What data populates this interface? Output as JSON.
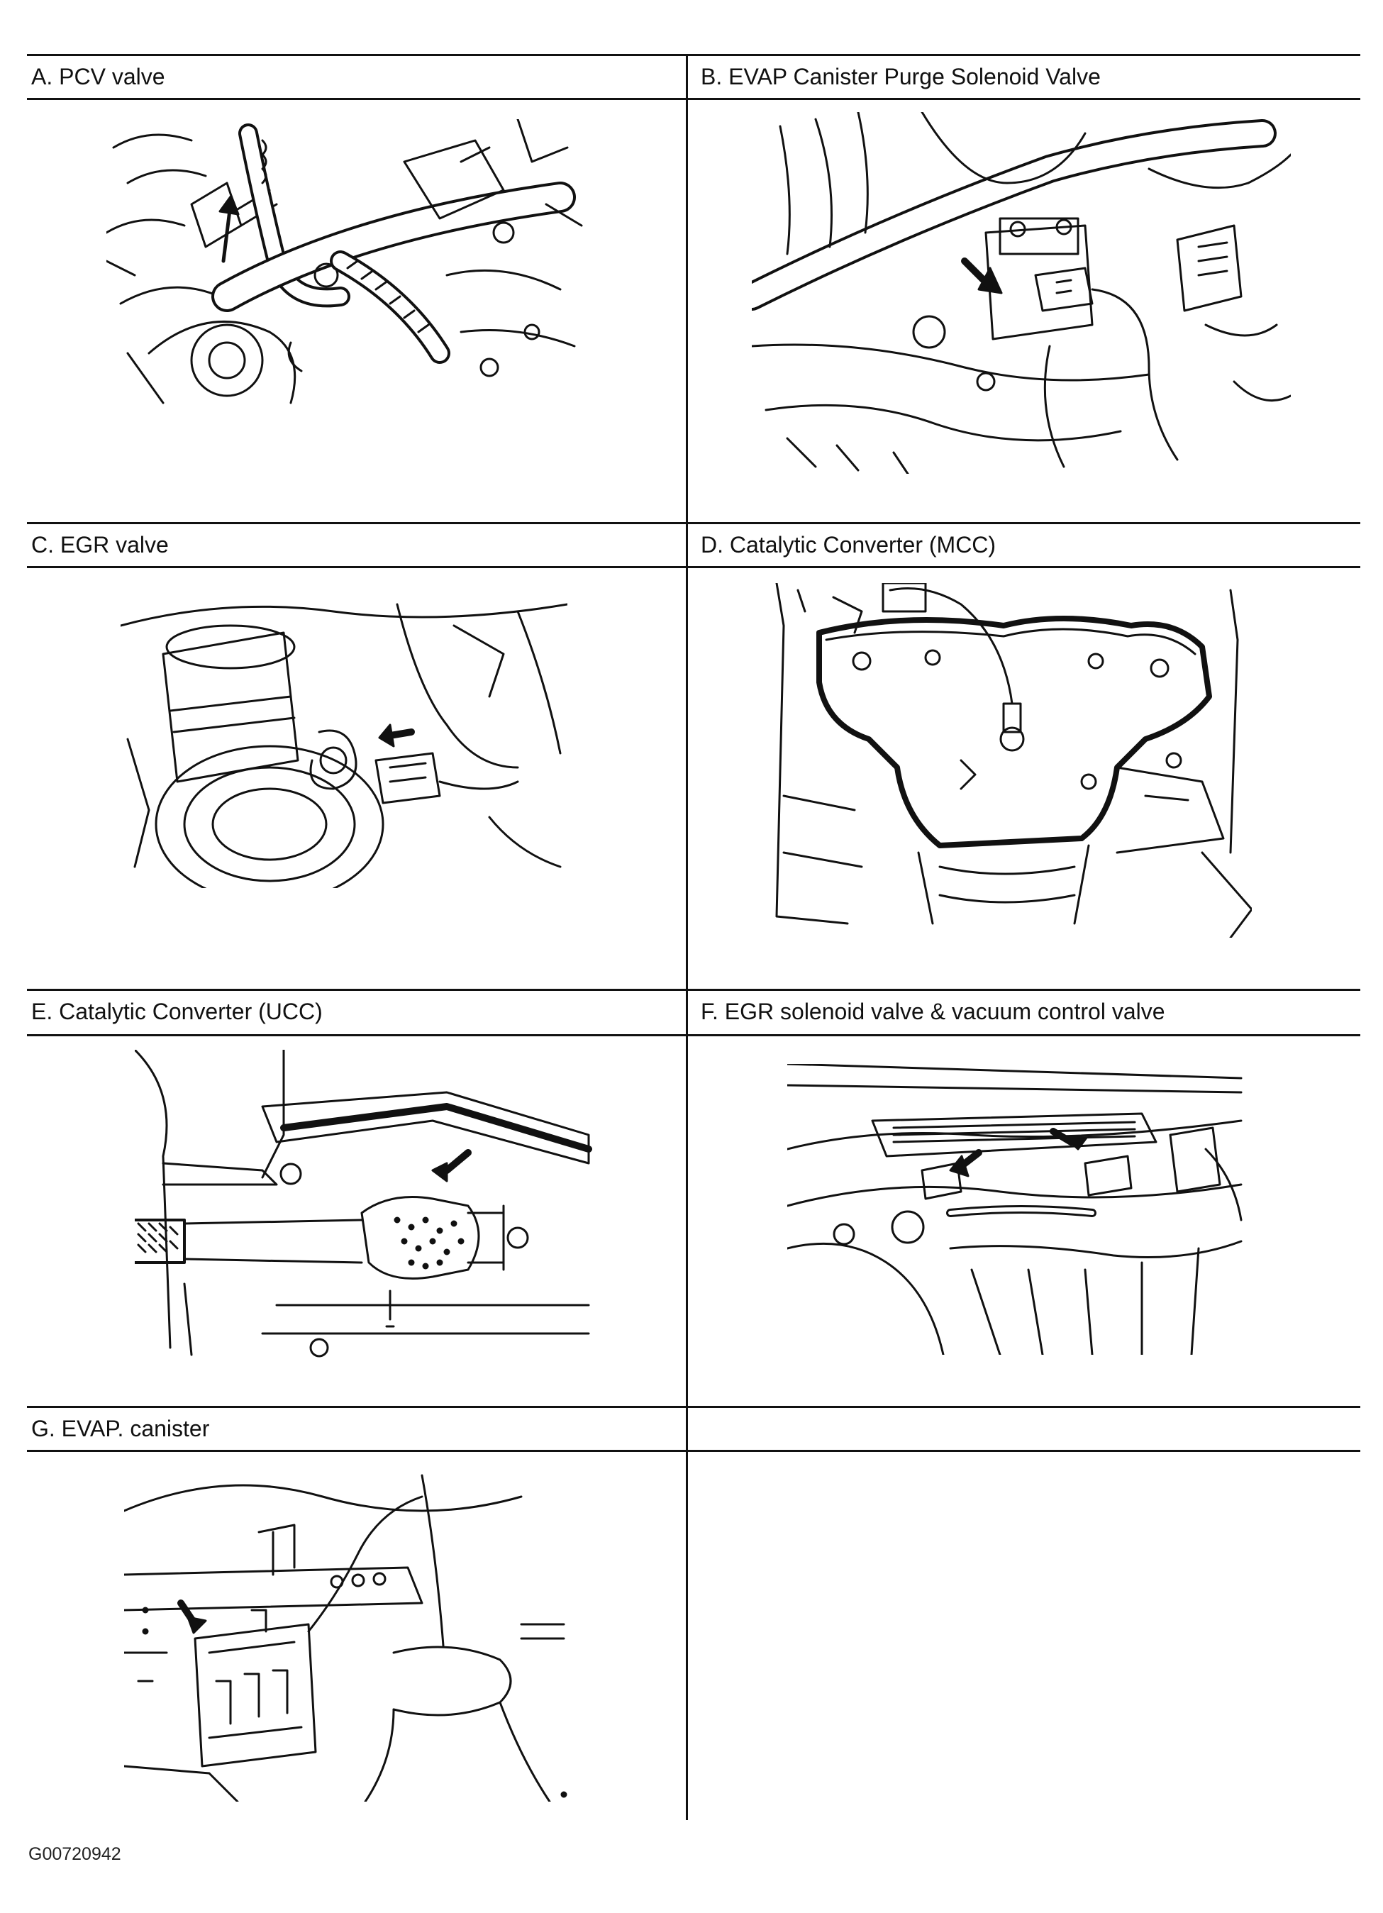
{
  "panels": [
    {
      "id": "A",
      "label": "A. PCV valve"
    },
    {
      "id": "B",
      "label": "B. EVAP Canister Purge Solenoid Valve"
    },
    {
      "id": "C",
      "label": "C. EGR valve"
    },
    {
      "id": "D",
      "label": "D. Catalytic Converter (MCC)"
    },
    {
      "id": "E",
      "label": "E. Catalytic Converter (UCC)"
    },
    {
      "id": "F",
      "label": "F. EGR solenoid valve & vacuum control valve"
    },
    {
      "id": "G",
      "label": "G. EVAP. canister"
    }
  ],
  "figure_code": "G00720942",
  "colors": {
    "ink": "#111111",
    "paper": "#ffffff"
  }
}
